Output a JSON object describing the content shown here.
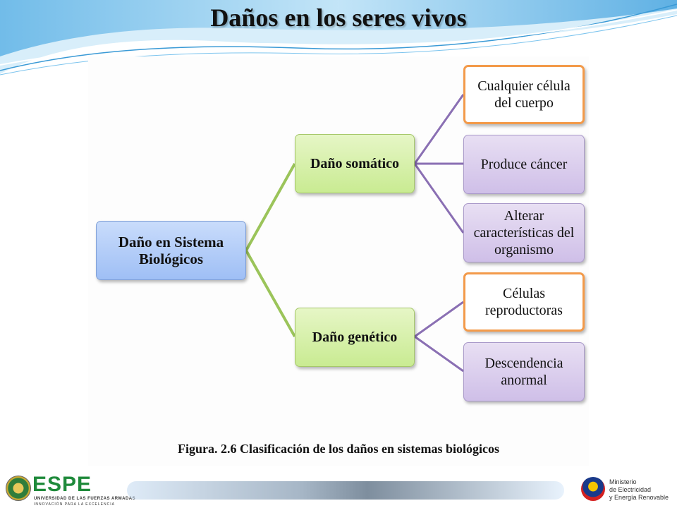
{
  "slide": {
    "title": "Daños en los seres vivos"
  },
  "diagram": {
    "root": "Daño en Sistema Biológicos",
    "branches": [
      {
        "label": "Daño somático",
        "children": [
          "Cualquier célula del cuerpo",
          "Produce cáncer",
          "Alterar características del organismo"
        ]
      },
      {
        "label": "Daño genético",
        "children": [
          "Células reproductoras",
          "Descendencia anormal"
        ]
      }
    ],
    "caption": "Figura. 2.6 Clasificación de los daños en sistemas biológicos"
  },
  "footer": {
    "espe_name": "ESPE",
    "espe_line1": "UNIVERSIDAD DE LAS FUERZAS ARMADAS",
    "espe_line2": "INNOVACIÓN PARA LA EXCELENCIA",
    "ministry_line1": "Ministerio",
    "ministry_line2": "de Electricidad",
    "ministry_line3": "y Energía Renovable"
  },
  "colors": {
    "connector_green": "#9bc45a",
    "connector_purple": "#8a6fb3",
    "orange_border": "#f39a4a",
    "espe_green": "#1f8a3b"
  }
}
